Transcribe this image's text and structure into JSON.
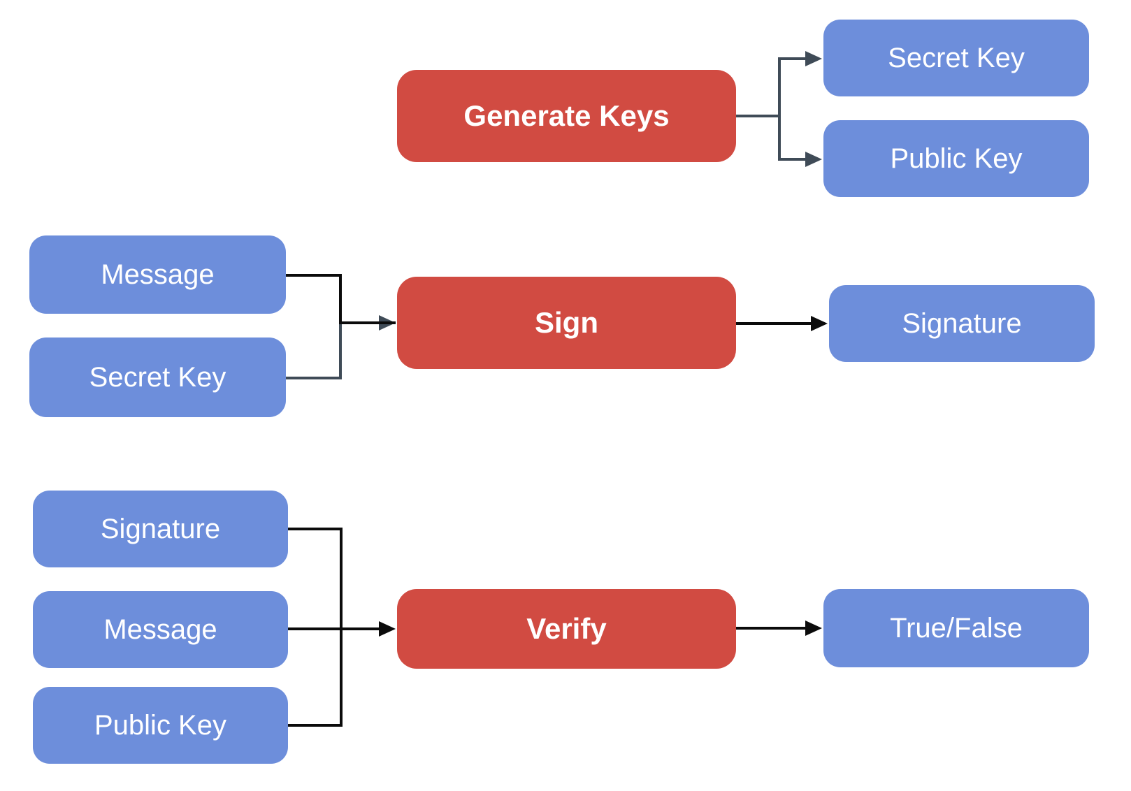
{
  "diagram": {
    "colors": {
      "process_box": "#D14B42",
      "data_box": "#6D8EDB",
      "connector_slate": "#3F4B57",
      "connector_black": "#0B0B0B",
      "label_text": "#FFFFFF",
      "background": "#FFFFFF"
    },
    "nodes": {
      "generate_keys": {
        "label": "Generate Keys",
        "kind": "process"
      },
      "secret_key_out": {
        "label": "Secret Key",
        "kind": "data"
      },
      "public_key_out": {
        "label": "Public Key",
        "kind": "data"
      },
      "message_in_sign": {
        "label": "Message",
        "kind": "data"
      },
      "secret_key_in_sign": {
        "label": "Secret Key",
        "kind": "data"
      },
      "sign": {
        "label": "Sign",
        "kind": "process"
      },
      "signature_out": {
        "label": "Signature",
        "kind": "data"
      },
      "signature_in_verify": {
        "label": "Signature",
        "kind": "data"
      },
      "message_in_verify": {
        "label": "Message",
        "kind": "data"
      },
      "public_key_in_verify": {
        "label": "Public Key",
        "kind": "data"
      },
      "verify": {
        "label": "Verify",
        "kind": "process"
      },
      "true_false_out": {
        "label": "True/False",
        "kind": "data"
      }
    },
    "edges": [
      {
        "from": "generate_keys",
        "to": "secret_key_out"
      },
      {
        "from": "generate_keys",
        "to": "public_key_out"
      },
      {
        "from": "message_in_sign",
        "to": "sign"
      },
      {
        "from": "secret_key_in_sign",
        "to": "sign"
      },
      {
        "from": "sign",
        "to": "signature_out"
      },
      {
        "from": "signature_in_verify",
        "to": "verify"
      },
      {
        "from": "message_in_verify",
        "to": "verify"
      },
      {
        "from": "public_key_in_verify",
        "to": "verify"
      },
      {
        "from": "verify",
        "to": "true_false_out"
      }
    ]
  }
}
